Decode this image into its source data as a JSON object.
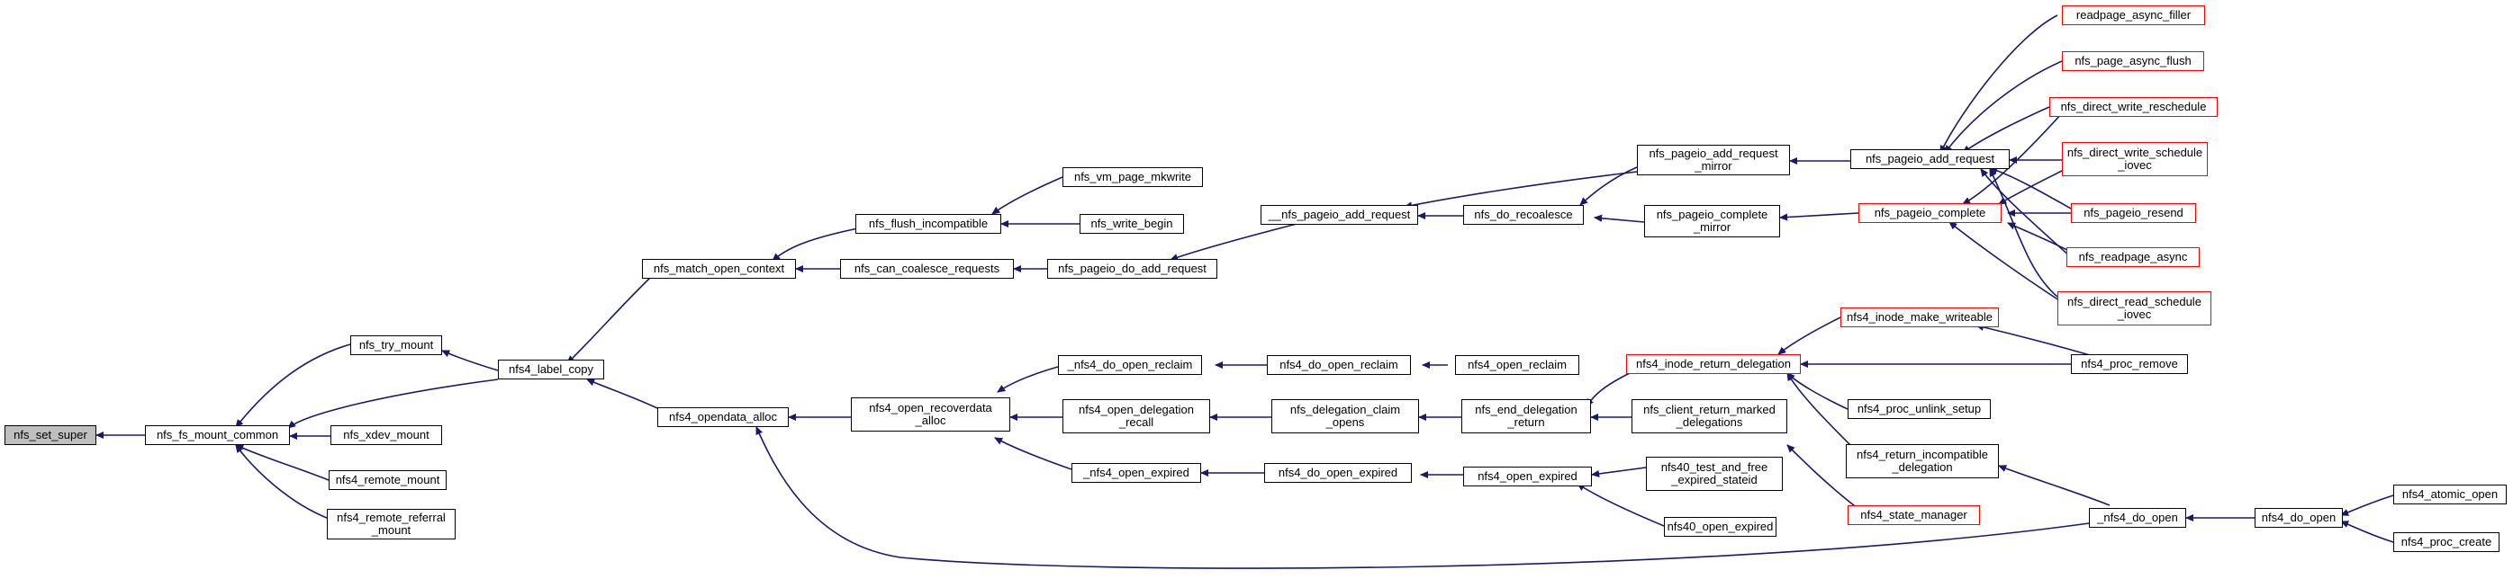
{
  "diagram": {
    "type": "call-graph",
    "edge_color": "#191970",
    "node_border": "#000000",
    "truncated_border": "#ff0000",
    "focus_fill": "#bfbfbf",
    "nodes": {
      "nfs_set_super": "nfs_set_super",
      "nfs_fs_mount_common": "nfs_fs_mount_common",
      "nfs_try_mount": "nfs_try_mount",
      "nfs_xdev_mount": "nfs_xdev_mount",
      "nfs4_remote_mount": "nfs4_remote_mount",
      "nfs4_remote_referral_mount": "nfs4_remote_referral\n_mount",
      "nfs4_label_copy": "nfs4_label_copy",
      "nfs_match_open_context": "nfs_match_open_context",
      "nfs4_opendata_alloc": "nfs4_opendata_alloc",
      "nfs_flush_incompatible": "nfs_flush_incompatible",
      "nfs_can_coalesce_requests": "nfs_can_coalesce_requests",
      "nfs_vm_page_mkwrite": "nfs_vm_page_mkwrite",
      "nfs_write_begin": "nfs_write_begin",
      "nfs_pageio_do_add_request": "nfs_pageio_do_add_request",
      "__nfs_pageio_add_request": "__nfs_pageio_add_request",
      "nfs_do_recoalesce": "nfs_do_recoalesce",
      "nfs_pageio_add_request_mirror": "nfs_pageio_add_request\n_mirror",
      "nfs_pageio_complete_mirror": "nfs_pageio_complete\n_mirror",
      "nfs_pageio_add_request": "nfs_pageio_add_request",
      "nfs_pageio_complete": "nfs_pageio_complete",
      "readpage_async_filler": "readpage_async_filler",
      "nfs_page_async_flush": "nfs_page_async_flush",
      "nfs_direct_write_reschedule": "nfs_direct_write_reschedule",
      "nfs_direct_write_schedule_iovec": "nfs_direct_write_schedule\n_iovec",
      "nfs_pageio_resend": "nfs_pageio_resend",
      "nfs_readpage_async": "nfs_readpage_async",
      "nfs_direct_read_schedule_iovec": "nfs_direct_read_schedule\n_iovec",
      "nfs4_open_recoverdata_alloc": "nfs4_open_recoverdata\n_alloc",
      "_nfs4_do_open_reclaim": "_nfs4_do_open_reclaim",
      "nfs4_open_delegation_recall": "nfs4_open_delegation\n_recall",
      "_nfs4_open_expired": "_nfs4_open_expired",
      "nfs4_do_open_reclaim": "nfs4_do_open_reclaim",
      "nfs4_open_reclaim": "nfs4_open_reclaim",
      "nfs_delegation_claim_opens": "nfs_delegation_claim\n_opens",
      "nfs4_do_open_expired": "nfs4_do_open_expired",
      "nfs_end_delegation_return": "nfs_end_delegation\n_return",
      "nfs4_open_expired": "nfs4_open_expired",
      "nfs4_inode_return_delegation": "nfs4_inode_return_delegation",
      "nfs_client_return_marked_delegations": "nfs_client_return_marked\n_delegations",
      "nfs40_test_and_free_expired_stateid": "nfs40_test_and_free\n_expired_stateid",
      "nfs40_open_expired": "nfs40_open_expired",
      "nfs4_inode_make_writeable": "nfs4_inode_make_writeable",
      "nfs4_proc_remove": "nfs4_proc_remove",
      "nfs4_proc_unlink_setup": "nfs4_proc_unlink_setup",
      "nfs4_return_incompatible_delegation": "nfs4_return_incompatible\n_delegation",
      "nfs4_state_manager": "nfs4_state_manager",
      "_nfs4_do_open": "_nfs4_do_open",
      "nfs4_do_open": "nfs4_do_open",
      "nfs4_atomic_open": "nfs4_atomic_open",
      "nfs4_proc_create": "nfs4_proc_create"
    }
  }
}
